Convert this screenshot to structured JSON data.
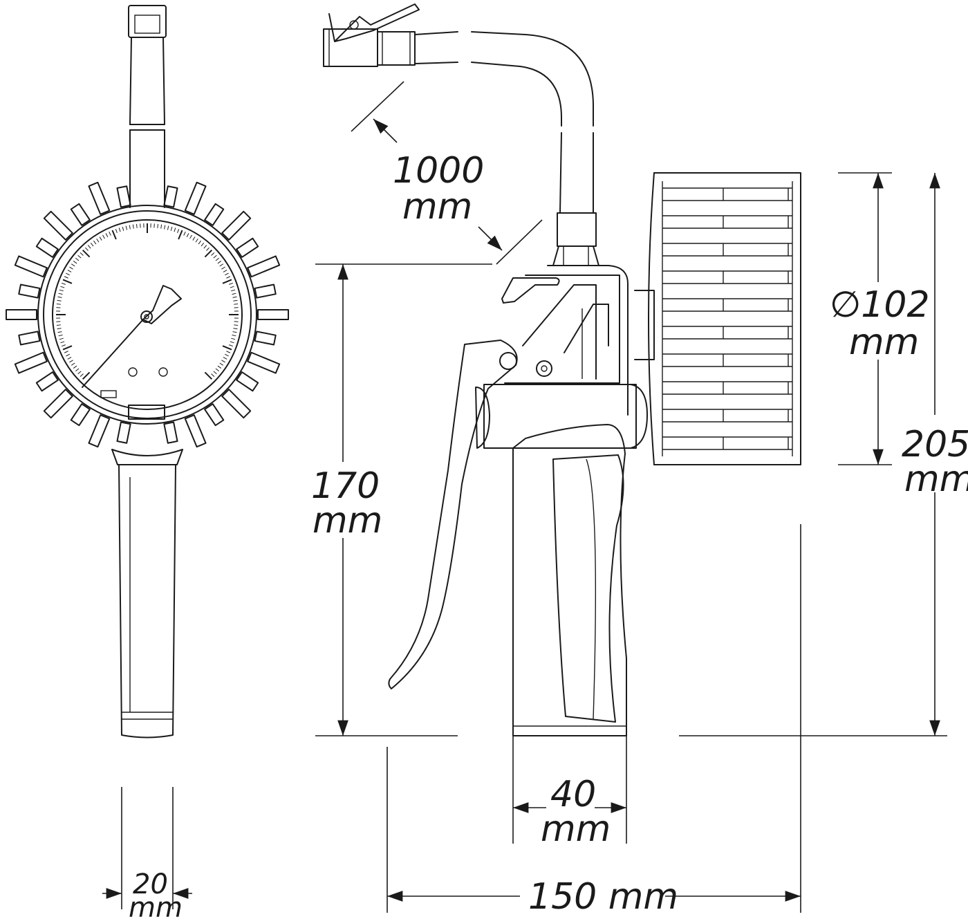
{
  "dimensions": {
    "hose_length": {
      "value": "1000",
      "unit": "mm"
    },
    "gauge_diameter": {
      "value": "∅102",
      "unit": "mm"
    },
    "height_body": {
      "value": "170",
      "unit": "mm"
    },
    "height_total": {
      "value": "205",
      "unit": "mm"
    },
    "grip_width": {
      "value": "40",
      "unit": "mm"
    },
    "depth_total": {
      "value": "150 mm"
    },
    "handle_thickness": {
      "value": "20",
      "unit": "mm"
    }
  }
}
